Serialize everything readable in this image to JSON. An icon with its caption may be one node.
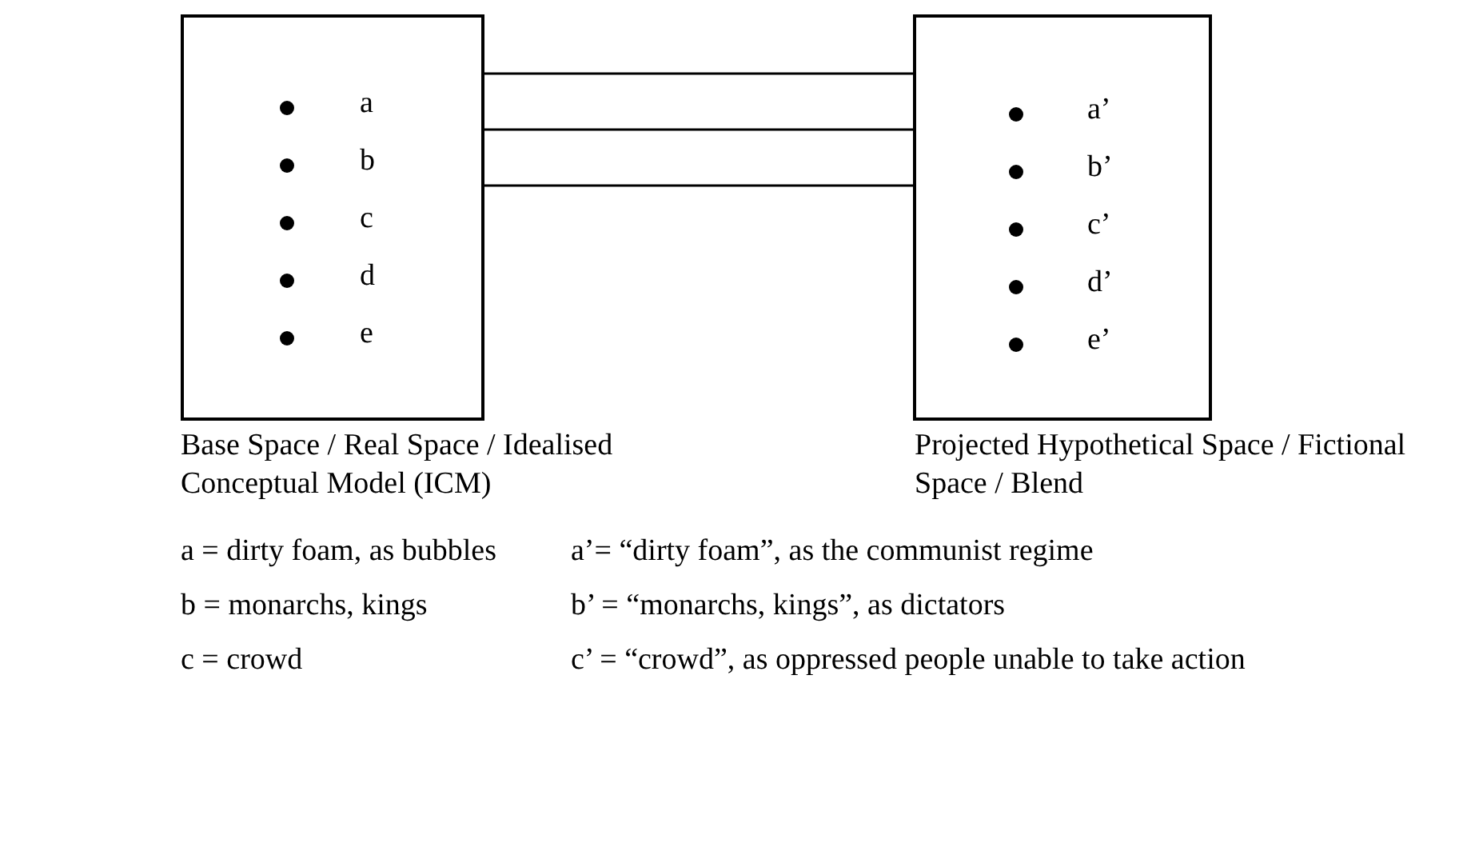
{
  "diagram": {
    "nodes": [
      {
        "text": [
          "a",
          "b",
          "c",
          "d",
          "e",
          "Base Space / Real Space / Idealised Conceptual Model (ICM)"
        ]
      },
      {
        "text": [
          "a’",
          "b’",
          "c’",
          "d’",
          "e’",
          "Projected Hypothetical Space / Fictional Space / Blend"
        ]
      }
    ],
    "edges": [
      {
        "from": 0,
        "to": 1,
        "arrow": "none"
      },
      {
        "from": 0,
        "to": 1,
        "arrow": "none"
      },
      {
        "from": 0,
        "to": 1,
        "arrow": "none"
      }
    ],
    "labels": [
      "a = dirty foam, as bubbles",
      "a’= “dirty foam”, as the communist regime",
      "b = monarchs, kings",
      "b’ = “monarchs, kings”, as dictators",
      "c = crowd",
      "c’ = “crowd”, as oppressed people unable to take action"
    ]
  }
}
